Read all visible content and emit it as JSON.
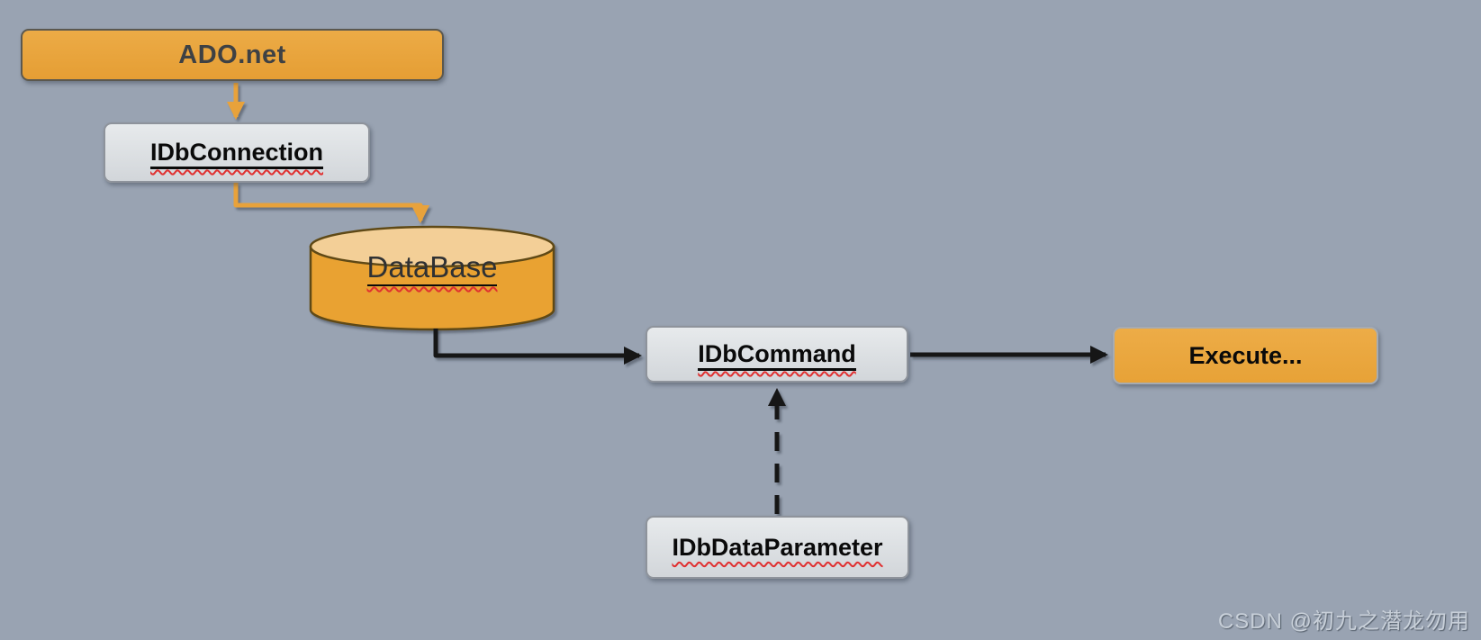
{
  "diagram": {
    "title_hint": "ADO.net data access flow diagram",
    "background_color": "#99A3B2",
    "colors": {
      "orange_fill": "#E9A43D",
      "orange_cylinder_top": "#F3CF97",
      "cylinder_border": "#5E4813",
      "orange_box_border_dark": "#5B584F",
      "orange_box_border_light": "#A6ABB2",
      "gray_fill": "#DDE0E3",
      "gray_border": "#8E939B",
      "arrow_orange": "#E8A23B",
      "arrow_black": "#141414",
      "squiggle_red": "#E03030",
      "dark_text": "#3E4144",
      "black_text": "#0A0A0A"
    },
    "nodes": {
      "ado_net": {
        "label": "ADO.net",
        "shape": "rounded-rect",
        "fill": "orange"
      },
      "idb_connection": {
        "label": "IDbConnection",
        "shape": "rounded-rect",
        "fill": "gray"
      },
      "database": {
        "label": "DataBase",
        "shape": "cylinder",
        "fill": "orange"
      },
      "idb_command": {
        "label": "IDbCommand",
        "shape": "rounded-rect",
        "fill": "gray"
      },
      "execute": {
        "label": "Execute...",
        "shape": "rounded-rect",
        "fill": "orange"
      },
      "idb_data_parameter": {
        "label": "IDbDataParameter",
        "shape": "rounded-rect",
        "fill": "gray"
      }
    },
    "edges": [
      {
        "from": "ado_net",
        "to": "idb_connection",
        "color": "orange",
        "style": "solid"
      },
      {
        "from": "idb_connection",
        "to": "database",
        "color": "orange",
        "style": "solid-elbow"
      },
      {
        "from": "database",
        "to": "idb_command",
        "color": "black",
        "style": "solid-elbow"
      },
      {
        "from": "idb_command",
        "to": "execute",
        "color": "black",
        "style": "solid"
      },
      {
        "from": "idb_data_parameter",
        "to": "idb_command",
        "color": "black",
        "style": "dashed"
      }
    ]
  },
  "watermark": {
    "text": "CSDN @初九之潜龙勿用"
  }
}
